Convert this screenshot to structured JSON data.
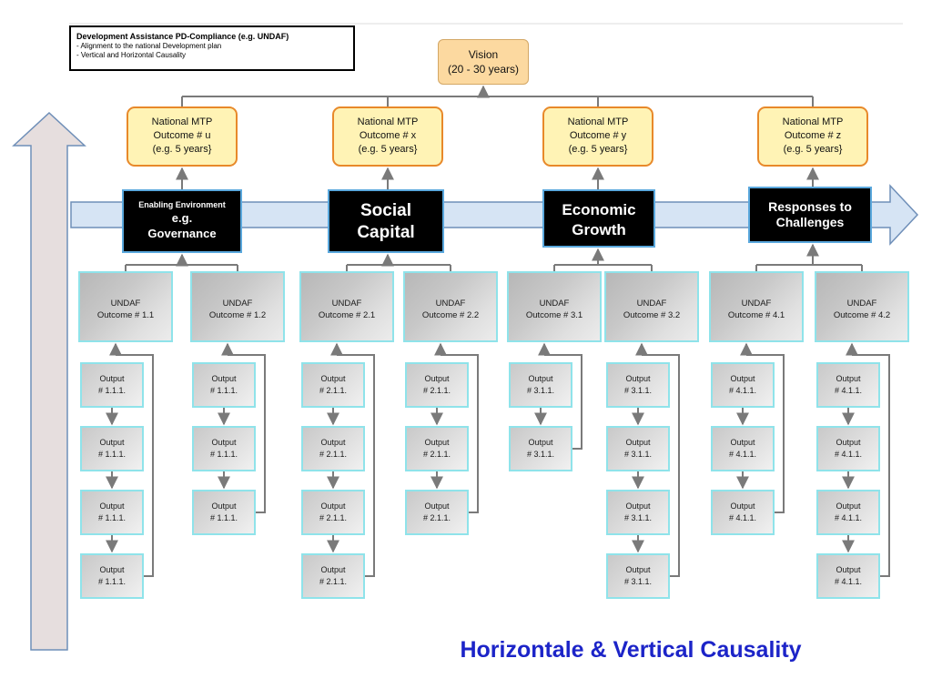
{
  "legend": {
    "title": "Development Assistance PD-Compliance  (e.g. UNDAF)",
    "bullets": [
      "- Alignment to the national Development plan",
      "- Vertical and Horizontal Causality"
    ]
  },
  "vision": {
    "line1": "Vision",
    "line2": "(20 - 30 years)"
  },
  "columns": [
    {
      "mtp": [
        "National MTP",
        "Outcome # u",
        "(e.g. 5 years}"
      ],
      "theme": [
        "Enabling Environment",
        "e.g.",
        "Governance"
      ],
      "outcomes": [
        {
          "label": [
            "UNDAF",
            "Outcome # 1.1"
          ],
          "outputs": [
            [
              "Output",
              "# 1.1.1."
            ],
            [
              "Output",
              "# 1.1.1."
            ],
            [
              "Output",
              "# 1.1.1."
            ],
            [
              "Output",
              "# 1.1.1."
            ]
          ]
        },
        {
          "label": [
            "UNDAF",
            "Outcome # 1.2"
          ],
          "outputs": [
            [
              "Output",
              "# 1.1.1."
            ],
            [
              "Output",
              "# 1.1.1."
            ],
            [
              "Output",
              "# 1.1.1."
            ]
          ]
        }
      ]
    },
    {
      "mtp": [
        "National MTP",
        "Outcome # x",
        "(e.g. 5 years}"
      ],
      "theme": [
        "Social",
        "Capital"
      ],
      "outcomes": [
        {
          "label": [
            "UNDAF",
            "Outcome # 2.1"
          ],
          "outputs": [
            [
              "Output",
              "# 2.1.1."
            ],
            [
              "Output",
              "# 2.1.1."
            ],
            [
              "Output",
              "# 2.1.1."
            ],
            [
              "Output",
              "# 2.1.1."
            ]
          ]
        },
        {
          "label": [
            "UNDAF",
            "Outcome # 2.2"
          ],
          "outputs": [
            [
              "Output",
              "# 2.1.1."
            ],
            [
              "Output",
              "# 2.1.1."
            ],
            [
              "Output",
              "# 2.1.1."
            ]
          ]
        }
      ]
    },
    {
      "mtp": [
        "National MTP",
        "Outcome # y",
        "(e.g. 5 years}"
      ],
      "theme": [
        "Economic",
        "Growth"
      ],
      "outcomes": [
        {
          "label": [
            "UNDAF",
            "Outcome # 3.1"
          ],
          "outputs": [
            [
              "Output",
              "# 3.1.1."
            ],
            [
              "Output",
              "# 3.1.1."
            ]
          ]
        },
        {
          "label": [
            "UNDAF",
            "Outcome # 3.2"
          ],
          "outputs": [
            [
              "Output",
              "# 3.1.1."
            ],
            [
              "Output",
              "# 3.1.1."
            ],
            [
              "Output",
              "# 3.1.1."
            ],
            [
              "Output",
              "# 3.1.1."
            ]
          ]
        }
      ]
    },
    {
      "mtp": [
        "National MTP",
        "Outcome # z",
        "(e.g. 5 years}"
      ],
      "theme": [
        "Responses to",
        "Challenges"
      ],
      "outcomes": [
        {
          "label": [
            "UNDAF",
            "Outcome # 4.1"
          ],
          "outputs": [
            [
              "Output",
              "# 4.1.1."
            ],
            [
              "Output",
              "# 4.1.1."
            ],
            [
              "Output",
              "# 4.1.1."
            ]
          ]
        },
        {
          "label": [
            "UNDAF",
            "Outcome # 4.2"
          ],
          "outputs": [
            [
              "Output",
              "# 4.1.1."
            ],
            [
              "Output",
              "# 4.1.1."
            ],
            [
              "Output",
              "# 4.1.1."
            ],
            [
              "Output",
              "# 4.1.1."
            ]
          ]
        }
      ]
    }
  ],
  "footer_title": "Horizontale & Vertical Causality",
  "colors": {
    "title": "#1c24c8",
    "mtp_border": "#e8892a",
    "mtp_fill": "#fff3b5",
    "vision_fill": "#fcd9a0",
    "box_border": "#8fe3ea",
    "horizontal_arrow": "#d6e4f4",
    "vertical_arrow": "#e6dede"
  }
}
